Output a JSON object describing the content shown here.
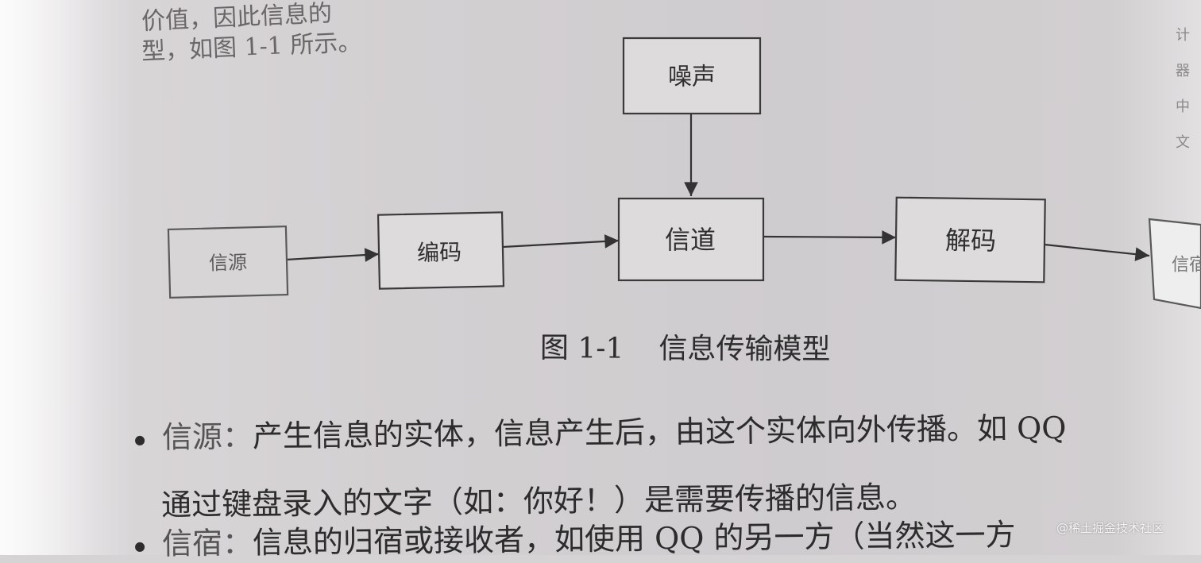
{
  "top_text": {
    "line1": "价值，因此信息的",
    "line2": "型，如图 1-1 所示。"
  },
  "right_margin": [
    "计",
    "器",
    "中",
    "文"
  ],
  "diagram": {
    "nodes": {
      "noise": "噪声",
      "source": "信源",
      "encode": "编码",
      "channel": "信道",
      "decode": "解码",
      "sink": "信宿"
    },
    "edges": [
      {
        "from": "noise",
        "to": "channel"
      },
      {
        "from": "source",
        "to": "encode"
      },
      {
        "from": "encode",
        "to": "channel"
      },
      {
        "from": "channel",
        "to": "decode"
      },
      {
        "from": "decode",
        "to": "sink"
      }
    ]
  },
  "caption": {
    "number": "图 1-1",
    "title": "信息传输模型"
  },
  "bullets": [
    {
      "term": "信源：",
      "text": "产生信息的实体，信息产生后，由这个实体向外传播。如 QQ",
      "continuation": "通过键盘录入的文字（如：你好！）是需要传播的信息。"
    },
    {
      "term": "信宿：",
      "text": "信息的归宿或接收者，如使用 QQ 的另一方（当然这一方"
    }
  ],
  "watermark": "@稀土掘金技术社区"
}
